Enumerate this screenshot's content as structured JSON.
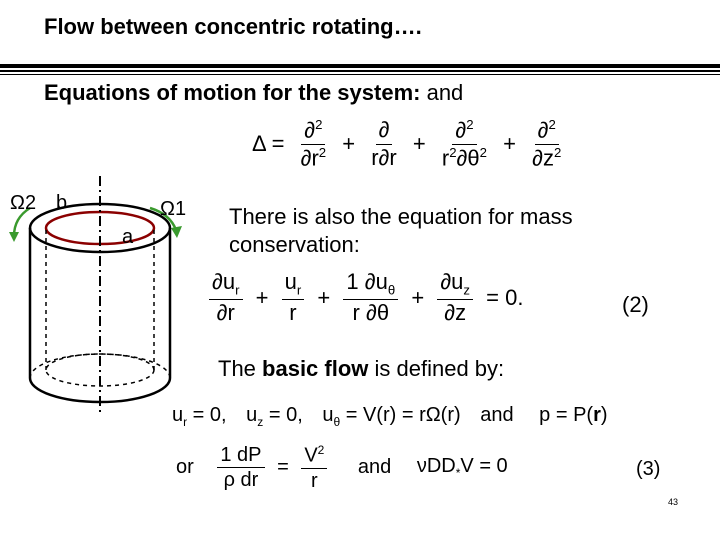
{
  "title": "Flow between concentric rotating….",
  "heading": {
    "bold_part": "Equations of motion for the system:",
    "plain_part": " and"
  },
  "laplacian": {
    "lhs": "Δ =",
    "terms": [
      {
        "num": "∂²",
        "den": "∂r²"
      },
      {
        "num": "∂",
        "den": "r∂r"
      },
      {
        "num": "∂²",
        "den": "r²∂θ²"
      },
      {
        "num": "∂²",
        "den": "∂z²"
      }
    ],
    "plus": "+"
  },
  "diagram": {
    "omega2_label": "Ω2",
    "b_label": "b",
    "a_label": "a",
    "omega1_label": "Ω1",
    "arrow_color": "#3a9a2e",
    "cylinder_color": "#8b0000"
  },
  "mass_conservation": {
    "line1": "There is also the equation for mass",
    "line2": "conservation:",
    "terms": [
      {
        "num": "∂u_r",
        "den": "∂r"
      },
      {
        "num": "u_r",
        "den": "r"
      },
      {
        "num": "1 ∂uθ",
        "den": "r ∂θ"
      },
      {
        "num": "∂u_z",
        "den": "∂z"
      }
    ],
    "rhs": "= 0.",
    "eq_number": "(2)"
  },
  "basic_flow": {
    "prefix": "The ",
    "bold": "basic flow",
    "suffix": " is defined by:"
  },
  "eq_row1": {
    "a": "u_r = 0,",
    "b": "u_z = 0,",
    "c": "uθ = V(r) = rΩ(r)",
    "and": "and",
    "d": "p = P(r)"
  },
  "eq_row2": {
    "or": "or",
    "frac1_num": "1 dP",
    "frac1_den": "ρ dr",
    "eq": "=",
    "frac2_num": "V²",
    "frac2_den": "r",
    "and": "and",
    "rhs": "νDD_*V = 0",
    "eq_number": "(3)"
  },
  "slide_number": "43"
}
